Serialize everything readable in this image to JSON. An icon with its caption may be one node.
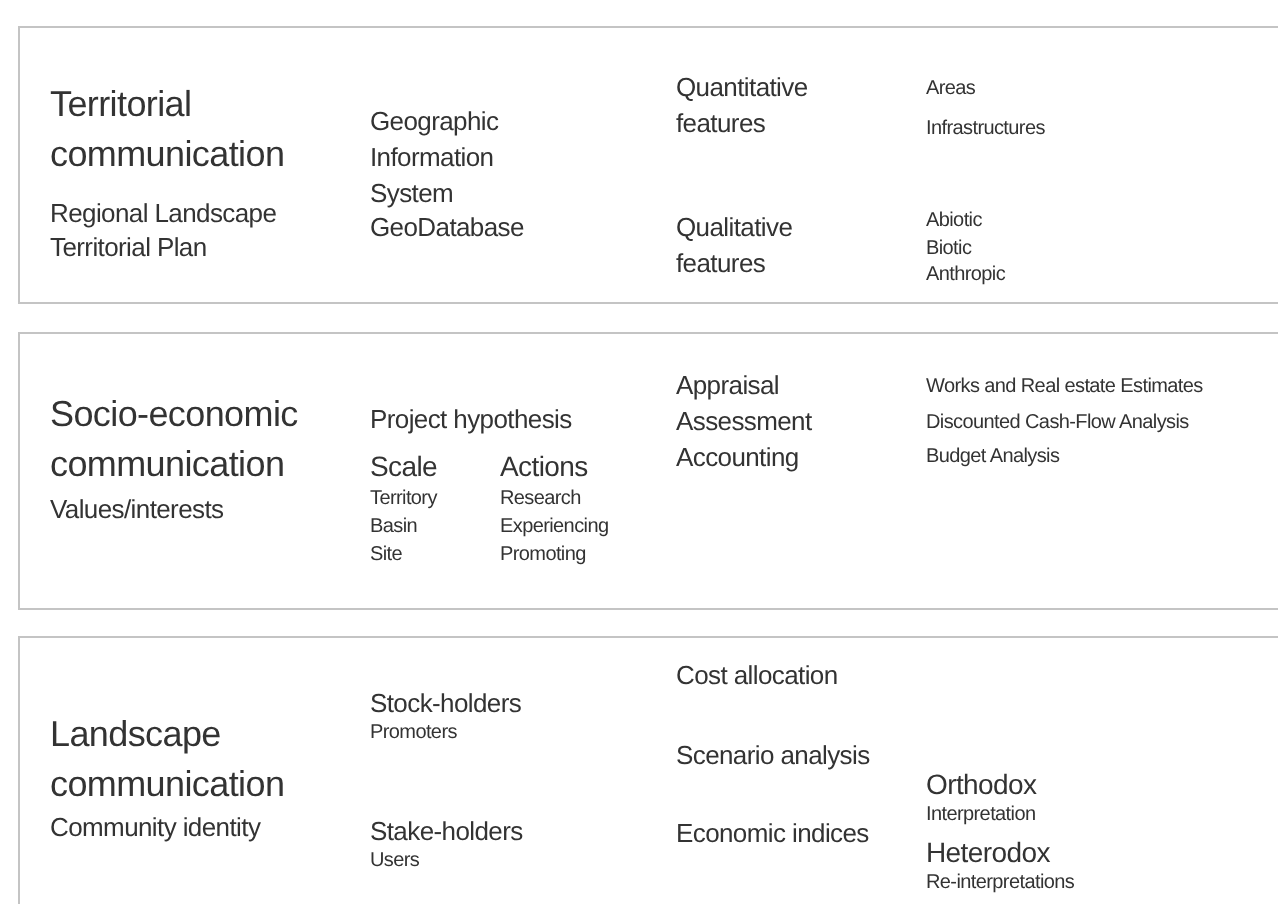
{
  "diagram": {
    "nodes": [
      {
        "text": [
          "Territorial communication",
          "Regional Landscape",
          "Territorial Plan",
          "Geographic Information System",
          "GeoDatabase",
          "Quantitative features",
          "Qualitative features",
          "Areas",
          "Infrastructures",
          "Abiotic",
          "Biotic",
          "Anthropic"
        ]
      },
      {
        "text": [
          "Socio-economic communication",
          "Values/interests",
          "Project hypothesis",
          "Scale",
          "Territory",
          "Basin",
          "Site",
          "Actions",
          "Research",
          "Experiencing",
          "Promoting",
          "Appraisal",
          "Assessment",
          "Accounting",
          "Works and Real estate Estimates",
          "Discounted Cash-Flow Analysis",
          "Budget Analysis"
        ]
      },
      {
        "text": [
          "Landscape communication",
          "Community identity",
          "Stock-holders",
          "Promoters",
          "Stake-holders",
          "Users",
          "Cost allocation",
          "Scenario analysis",
          "Economic indices",
          "Orthodox",
          "Interpretation",
          "Heterodox",
          "Re-interpretations"
        ]
      }
    ]
  }
}
